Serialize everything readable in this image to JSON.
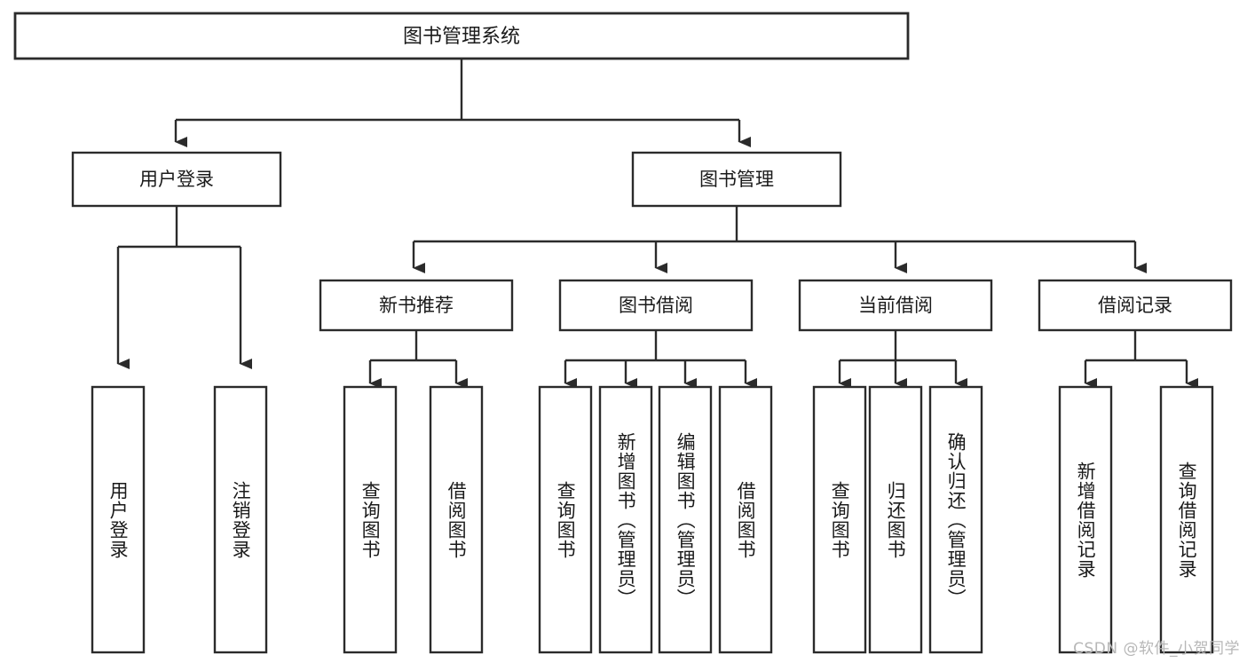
{
  "diagram": {
    "type": "tree-hierarchy",
    "title": "图书管理系统",
    "orientation": "top-down",
    "colors": {
      "stroke": "#2b2b2b",
      "fill": "#ffffff",
      "text": "#1a1a1a",
      "watermark": "#b7b7b7"
    },
    "root": {
      "label": "图书管理系统"
    },
    "level2": [
      {
        "id": "user-login",
        "label": "用户登录"
      },
      {
        "id": "book-management",
        "label": "图书管理"
      }
    ],
    "level3": [
      {
        "id": "new-book-recommend",
        "label": "新书推荐",
        "parent": "book-management"
      },
      {
        "id": "book-borrow",
        "label": "图书借阅",
        "parent": "book-management"
      },
      {
        "id": "current-borrow",
        "label": "当前借阅",
        "parent": "book-management"
      },
      {
        "id": "borrow-record",
        "label": "借阅记录",
        "parent": "book-management"
      }
    ],
    "leaves": {
      "user-login": [
        {
          "id": "leaf-user-login",
          "label": "用户登录"
        },
        {
          "id": "leaf-logout-login",
          "label": "注销登录"
        }
      ],
      "new-book-recommend": [
        {
          "id": "leaf-query-book-1",
          "label": "查询图书"
        },
        {
          "id": "leaf-borrow-book-1",
          "label": "借阅图书"
        }
      ],
      "book-borrow": [
        {
          "id": "leaf-query-book-2",
          "label": "查询图书"
        },
        {
          "id": "leaf-add-book",
          "label": "新增图书（管理员）"
        },
        {
          "id": "leaf-edit-book",
          "label": "编辑图书（管理员）"
        },
        {
          "id": "leaf-borrow-book-2",
          "label": "借阅图书"
        }
      ],
      "current-borrow": [
        {
          "id": "leaf-query-book-3",
          "label": "查询图书"
        },
        {
          "id": "leaf-return-book",
          "label": "归还图书"
        },
        {
          "id": "leaf-confirm-return",
          "label": "确认归还（管理员）"
        }
      ],
      "borrow-record": [
        {
          "id": "leaf-add-record",
          "label": "新增借阅记录"
        },
        {
          "id": "leaf-query-record",
          "label": "查询借阅记录"
        }
      ]
    }
  },
  "watermark": {
    "text": "CSDN @软件_小贺同学"
  }
}
